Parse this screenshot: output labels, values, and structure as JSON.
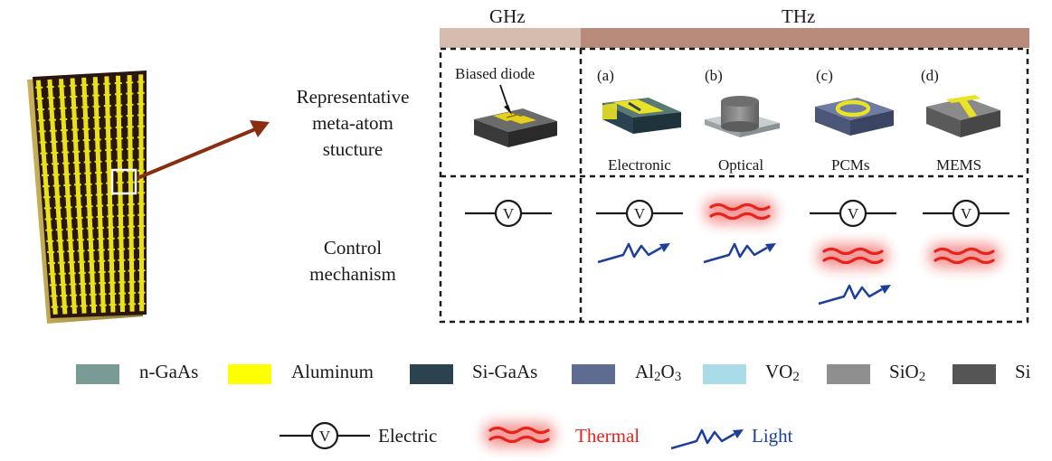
{
  "bands": {
    "ghz": "GHz",
    "thz": "THz"
  },
  "row_labels": {
    "structure": [
      "Representative",
      "meta-atom",
      "stucture"
    ],
    "control": [
      "Control",
      "mechanism"
    ]
  },
  "ghz_cell": {
    "caption": "Biased diode"
  },
  "thz_cells": [
    {
      "letter": "(a)",
      "caption": "Electronic"
    },
    {
      "letter": "(b)",
      "caption": "Optical"
    },
    {
      "letter": "(c)",
      "caption": "PCMs"
    },
    {
      "letter": "(d)",
      "caption": "MEMS"
    }
  ],
  "voltage_symbol": "V",
  "materials": [
    {
      "name": "n-GaAs",
      "color": "#7a9a95"
    },
    {
      "name": "Aluminum",
      "color": "#ffff00"
    },
    {
      "name": "Si-GaAs",
      "color": "#2b4350"
    },
    {
      "name": "Al2O3",
      "color": "#5f6c91",
      "sub_digits": [
        2,
        3
      ]
    },
    {
      "name": "VO2",
      "color": "#a9dce8",
      "sub_digits": [
        2
      ]
    },
    {
      "name": "SiO2",
      "color": "#8f8f8f",
      "sub_digits": [
        2
      ]
    },
    {
      "name": "Si",
      "color": "#555555"
    }
  ],
  "mechanisms": {
    "electric": "Electric",
    "thermal": "Thermal",
    "light": "Light"
  },
  "colors": {
    "ghz_band": "#d5bcae",
    "thz_band": "#b88a7a",
    "arrow": "#8a2e12",
    "thermal": "#e8231c",
    "light": "#1b3f9b",
    "metasurface_bg": "#2a160f",
    "metasurface_stripe": "#e8e21a"
  }
}
